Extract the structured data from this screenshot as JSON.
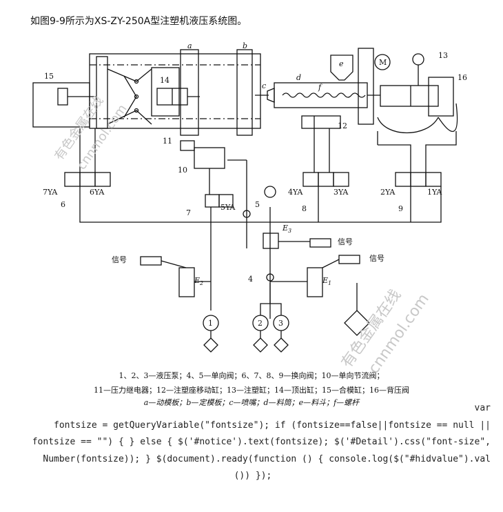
{
  "intro": "如图9-9所示为XS-ZY-250A型注塑机液压系统图。",
  "labels": {
    "a": "a",
    "b": "b",
    "c": "c",
    "d": "d",
    "e": "e",
    "f": "f",
    "M": "M",
    "n15": "15",
    "n14": "14",
    "n13": "13",
    "n16": "16",
    "n12": "12",
    "n11": "11",
    "n10": "10",
    "n6": "6",
    "n7": "7",
    "n8": "8",
    "n9": "9",
    "n5": "5",
    "n4": "4",
    "n1": "1",
    "n2": "2",
    "n3": "3",
    "ya7": "7YA",
    "ya6": "6YA",
    "ya5": "5YA",
    "ya4": "4YA",
    "ya3": "3YA",
    "ya2": "2YA",
    "ya1": "1YA",
    "e1": "E",
    "e1sub": "1",
    "e2": "E",
    "e2sub": "2",
    "e3": "E",
    "e3sub": "3",
    "signal1": "信号",
    "signal2": "信号",
    "signal3": "信号"
  },
  "legend": {
    "line1": "1、2、3—液压泵；4、5—单向阀；6、7、8、9—换向阀；10—单向节流阀；",
    "line2": "11—压力继电器；12—注塑座移动缸；13—注塑缸；14—顶出缸；15—合模缸；16—背压阀",
    "line3": "a—动模板；b—定模板；c—喷嘴；d—料筒；e—料斗；f—螺杆"
  },
  "code": {
    "line1": "var",
    "line2": "fontsize = getQueryVariable(\"fontsize\"); if (fontsize==false||fontsize == null ||",
    "line3": "fontsize == \"\") { } else { $('#notice').text(fontsize); $('#Detail').css(\"font-size\",",
    "line4": "Number(fontsize)); } $(document).ready(function () { console.log($(\"#hidvalue\").val",
    "line5": "()) });"
  },
  "watermarks": {
    "w1": "有色金属在线",
    "w2": "cnnmol.com",
    "w3": "有色金属在线",
    "w4": "cnnmol.com"
  }
}
